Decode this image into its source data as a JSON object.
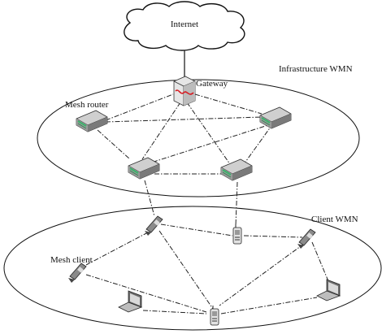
{
  "diagram": {
    "internet_label": "Internet",
    "gateway_label": "Gateway",
    "infrastructure_label": "Infrastructure WMN",
    "client_label": "Client WMN",
    "mesh_router_label": "Mesh router",
    "mesh_client_label": "Mesh client"
  },
  "icons": {
    "cloud": "cloud-icon",
    "gateway": "gateway-server-icon",
    "router": "router-icon",
    "phone_flip": "flip-phone-icon",
    "phone_candy": "cellphone-icon",
    "laptop": "laptop-icon"
  },
  "colors": {
    "router_led": "#3ab36b",
    "gateway_accent": "#d61f26"
  }
}
